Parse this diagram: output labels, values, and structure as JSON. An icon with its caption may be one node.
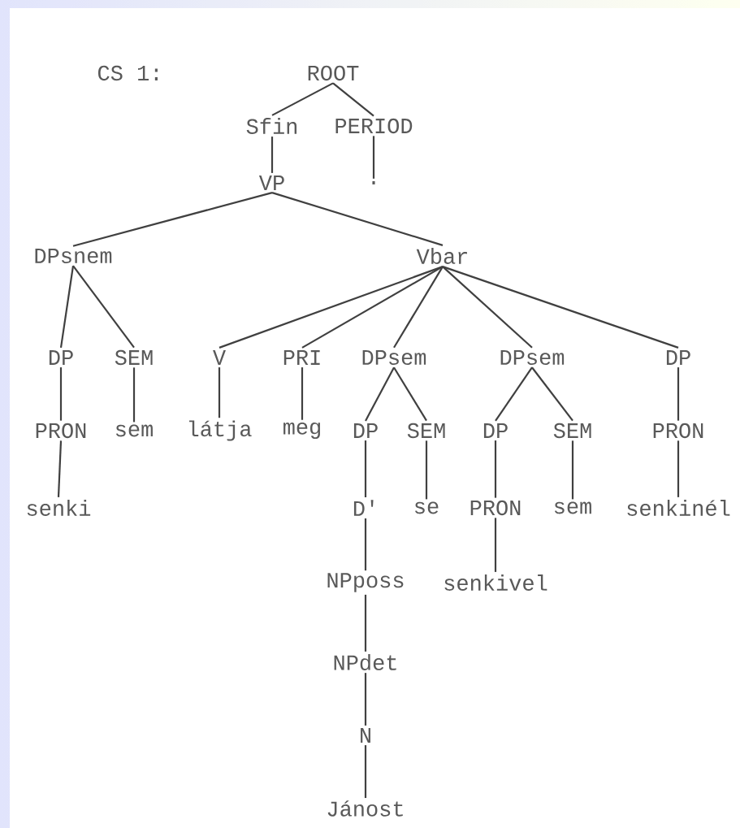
{
  "diagram": {
    "nodes": [
      {
        "text": [
          "ROOT"
        ]
      },
      {
        "text": [
          "Sfin"
        ]
      },
      {
        "text": [
          "PERIOD"
        ]
      },
      {
        "text": [
          "VP"
        ]
      },
      {
        "text": [
          "."
        ]
      },
      {
        "text": [
          "DPsnem"
        ]
      },
      {
        "text": [
          "Vbar"
        ]
      },
      {
        "text": [
          "DP"
        ]
      },
      {
        "text": [
          "SEM"
        ]
      },
      {
        "text": [
          "V"
        ]
      },
      {
        "text": [
          "PRI"
        ]
      },
      {
        "text": [
          "DPsem"
        ]
      },
      {
        "text": [
          "DPsem"
        ]
      },
      {
        "text": [
          "DP"
        ]
      },
      {
        "text": [
          "PRON"
        ]
      },
      {
        "text": [
          "sem"
        ]
      },
      {
        "text": [
          "látja"
        ]
      },
      {
        "text": [
          "meg"
        ]
      },
      {
        "text": [
          "DP"
        ]
      },
      {
        "text": [
          "SEM"
        ]
      },
      {
        "text": [
          "DP"
        ]
      },
      {
        "text": [
          "SEM"
        ]
      },
      {
        "text": [
          "PRON"
        ]
      },
      {
        "text": [
          "senki"
        ]
      },
      {
        "text": [
          "D'"
        ]
      },
      {
        "text": [
          "se"
        ]
      },
      {
        "text": [
          "PRON"
        ]
      },
      {
        "text": [
          "sem"
        ]
      },
      {
        "text": [
          "senkinél"
        ]
      },
      {
        "text": [
          "NPposs"
        ]
      },
      {
        "text": [
          "senkivel"
        ]
      },
      {
        "text": [
          "NPdet"
        ]
      },
      {
        "text": [
          "N"
        ]
      },
      {
        "text": [
          "Jánost"
        ]
      }
    ],
    "edges": [
      {
        "from": 0,
        "to": 1,
        "arrow": "none"
      },
      {
        "from": 0,
        "to": 2,
        "arrow": "none"
      },
      {
        "from": 1,
        "to": 3,
        "arrow": "none"
      },
      {
        "from": 2,
        "to": 4,
        "arrow": "none"
      },
      {
        "from": 3,
        "to": 5,
        "arrow": "none"
      },
      {
        "from": 3,
        "to": 6,
        "arrow": "none"
      },
      {
        "from": 5,
        "to": 7,
        "arrow": "none"
      },
      {
        "from": 5,
        "to": 8,
        "arrow": "none"
      },
      {
        "from": 6,
        "to": 9,
        "arrow": "none"
      },
      {
        "from": 6,
        "to": 10,
        "arrow": "none"
      },
      {
        "from": 6,
        "to": 11,
        "arrow": "none"
      },
      {
        "from": 6,
        "to": 12,
        "arrow": "none"
      },
      {
        "from": 6,
        "to": 13,
        "arrow": "none"
      },
      {
        "from": 7,
        "to": 14,
        "arrow": "none"
      },
      {
        "from": 8,
        "to": 15,
        "arrow": "none"
      },
      {
        "from": 9,
        "to": 16,
        "arrow": "none"
      },
      {
        "from": 10,
        "to": 17,
        "arrow": "none"
      },
      {
        "from": 11,
        "to": 18,
        "arrow": "none"
      },
      {
        "from": 11,
        "to": 19,
        "arrow": "none"
      },
      {
        "from": 12,
        "to": 20,
        "arrow": "none"
      },
      {
        "from": 12,
        "to": 21,
        "arrow": "none"
      },
      {
        "from": 13,
        "to": 22,
        "arrow": "none"
      },
      {
        "from": 14,
        "to": 23,
        "arrow": "none"
      },
      {
        "from": 18,
        "to": 24,
        "arrow": "none"
      },
      {
        "from": 19,
        "to": 25,
        "arrow": "none"
      },
      {
        "from": 20,
        "to": 26,
        "arrow": "none"
      },
      {
        "from": 21,
        "to": 27,
        "arrow": "none"
      },
      {
        "from": 22,
        "to": 28,
        "arrow": "none"
      },
      {
        "from": 24,
        "to": 29,
        "arrow": "none"
      },
      {
        "from": 26,
        "to": 30,
        "arrow": "none"
      },
      {
        "from": 29,
        "to": 31,
        "arrow": "none"
      },
      {
        "from": 31,
        "to": 32,
        "arrow": "none"
      },
      {
        "from": 32,
        "to": 33,
        "arrow": "none"
      }
    ],
    "labels": [
      "CS 1:"
    ]
  }
}
